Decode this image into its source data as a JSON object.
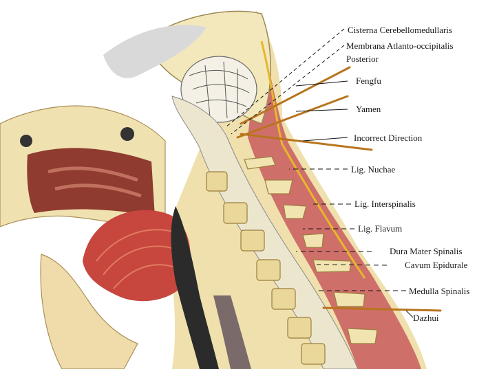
{
  "labels": {
    "cisterna": "Cisterna  Cerebellomedullaris",
    "membrana_1": "Membrana  Atlanto-occipitalis",
    "membrana_2": "Posterior",
    "fengfu": "Fengfu",
    "yamen": "Yamen",
    "incorrect": "Incorrect  Direction",
    "nuchae": "Lig.  Nuchae",
    "interspinalis": "Lig.  Interspinalis",
    "flavum": "Lig.  Flavum",
    "dura": "Dura Mater Spinalis",
    "epidurale": "Cavum Epidurale",
    "medulla": "Medulla Spinalis",
    "dazhui": "Dazhui"
  },
  "colors": {
    "muscle": "#c8505a",
    "skin": "#e8d9a0",
    "bone": "#f2e6b6",
    "needle": "#b8741e",
    "spinal_cord": "#e9e2c9",
    "nasal": "#8c3a2e"
  }
}
